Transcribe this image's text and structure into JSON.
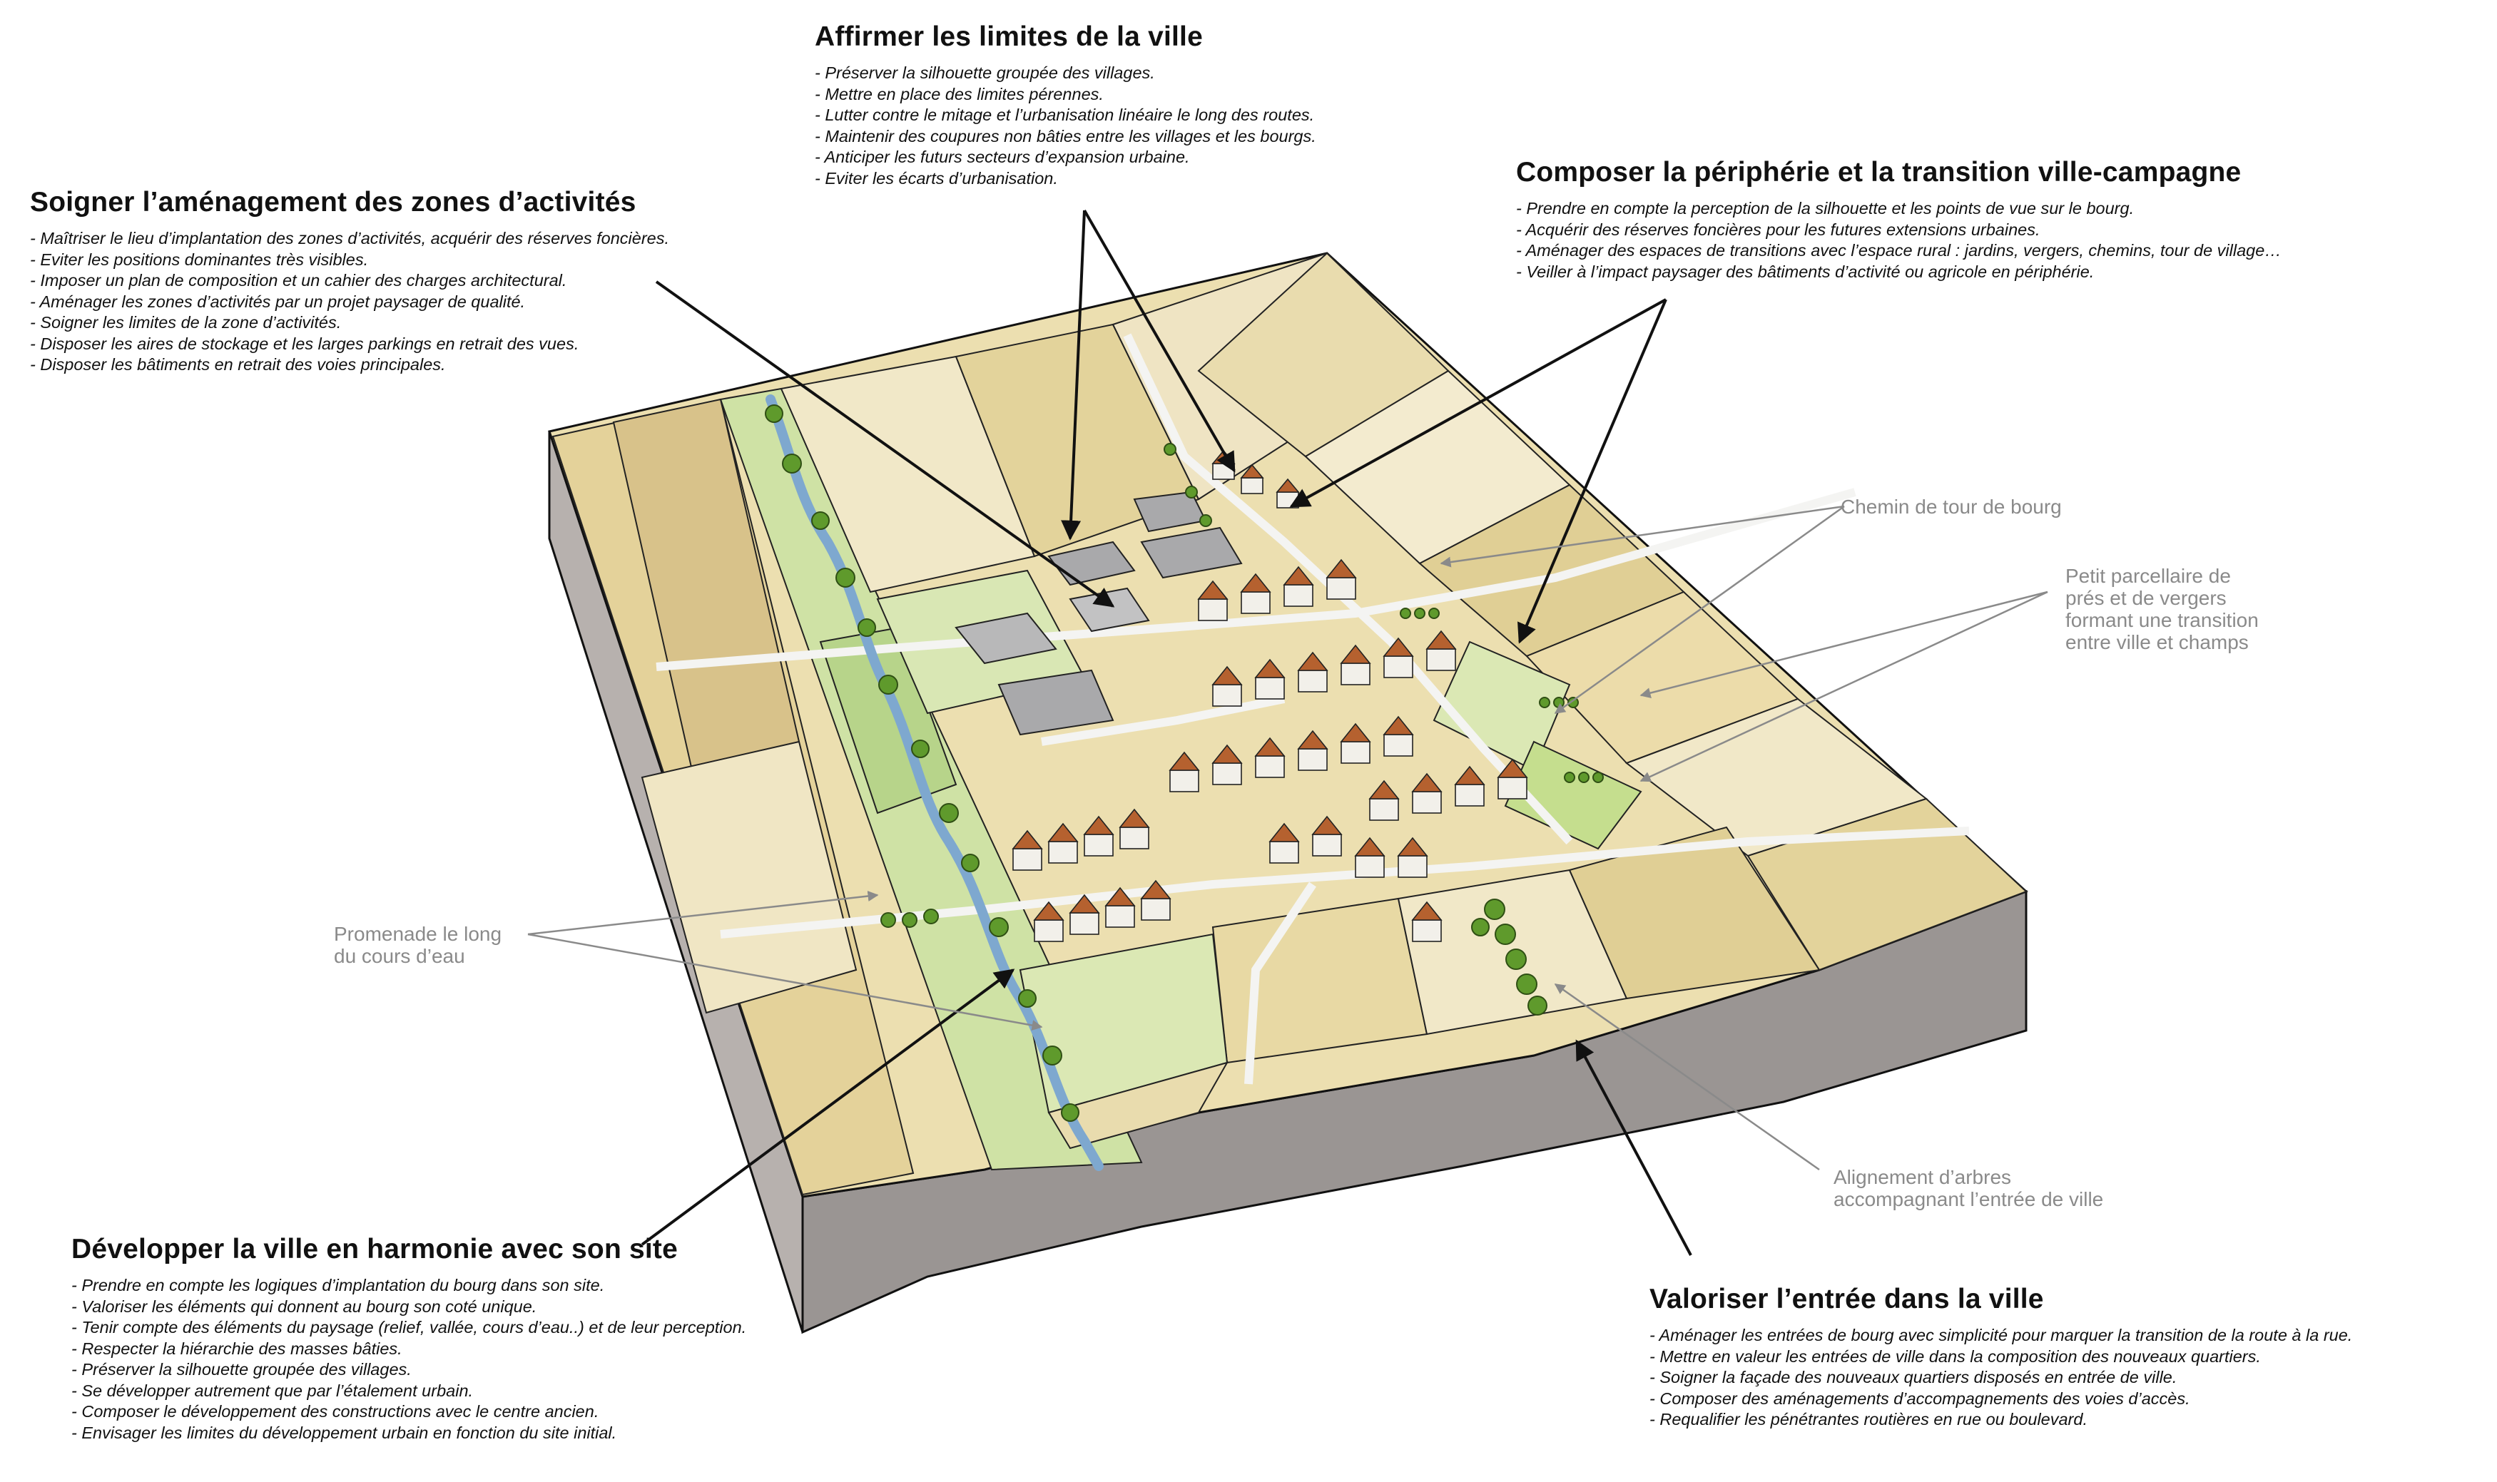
{
  "blocks": {
    "affirmer": {
      "title": "Affirmer les limites de la ville",
      "items": [
        "Préserver la silhouette groupée des villages.",
        "Mettre en place des limites pérennes.",
        "Lutter contre le mitage et l’urbanisation linéaire le long des routes.",
        "Maintenir des coupures non bâties entre les villages et les bourgs.",
        "Anticiper les futurs secteurs d’expansion urbaine.",
        "Eviter les écarts d’urbanisation."
      ]
    },
    "soigner": {
      "title": "Soigner l’aménagement des zones d’activités",
      "items": [
        "Maîtriser le lieu d’implantation des zones d’activités, acquérir des réserves foncières.",
        "Eviter les positions dominantes très visibles.",
        "Imposer un plan de composition et un cahier des charges architectural.",
        "Aménager les zones d’activités par un projet paysager de qualité.",
        "Soigner les limites de la zone d’activités.",
        "Disposer les aires de stockage et les larges parkings en retrait des vues.",
        "Disposer les bâtiments en retrait des voies principales."
      ]
    },
    "composer": {
      "title": "Composer la périphérie et la transition ville-campagne",
      "items": [
        "Prendre en compte la perception de la silhouette et les points de vue sur le bourg.",
        "Acquérir des réserves foncières pour les futures extensions urbaines.",
        "Aménager des espaces de transitions avec l’espace rural : jardins, vergers, chemins, tour de village…",
        "Veiller à l’impact paysager des bâtiments d’activité ou agricole en périphérie."
      ]
    },
    "developper": {
      "title": "Développer la ville en harmonie avec son site",
      "items": [
        "Prendre en compte les logiques d’implantation du bourg dans son site.",
        "Valoriser les éléments qui donnent au bourg son coté unique.",
        "Tenir compte des éléments du paysage (relief, vallée, cours d’eau..) et de leur perception.",
        "Respecter la hiérarchie des masses bâties.",
        "Préserver la silhouette groupée des villages.",
        "Se développer autrement que par l’étalement urbain.",
        "Composer le développement des constructions avec le centre ancien.",
        "Envisager les limites du développement urbain en fonction du site initial."
      ]
    },
    "valoriser": {
      "title": "Valoriser l’entrée dans la ville",
      "items": [
        "Aménager les entrées de bourg avec simplicité pour marquer la transition de la route à la rue.",
        "Mettre en valeur les entrées de ville dans la composition des nouveaux quartiers.",
        "Soigner la façade des nouveaux quartiers disposés en entrée de ville.",
        "Composer des aménagements d’accompagnements des voies d’accès.",
        "Requalifier les pénétrantes routières en rue ou boulevard."
      ]
    }
  },
  "callouts": {
    "chemin": [
      "Chemin de tour de bourg"
    ],
    "parcellaire": [
      "Petit parcellaire de",
      "prés et de vergers",
      "formant une transition",
      "entre ville et champs"
    ],
    "promenade": [
      "Promenade le long",
      "du cours d’eau"
    ],
    "alignement": [
      "Alignement d’arbres",
      "accompagnant l’entrée de ville"
    ]
  },
  "colors": {
    "field_light": "#f1e8c8",
    "field_mid": "#e3d39b",
    "field_tan": "#d8c28a",
    "field_green": "#dbe8b4",
    "field_green_bright": "#c5de8e",
    "block_side": "#a29c99",
    "block_side_dark": "#8d8886",
    "river": "#8fb7d8",
    "roof": "#b5612f",
    "wall": "#f2f0ea",
    "industrial": "#a9a9ab",
    "tree": "#5f9a2c",
    "callout_text": "#8a8a8a"
  }
}
